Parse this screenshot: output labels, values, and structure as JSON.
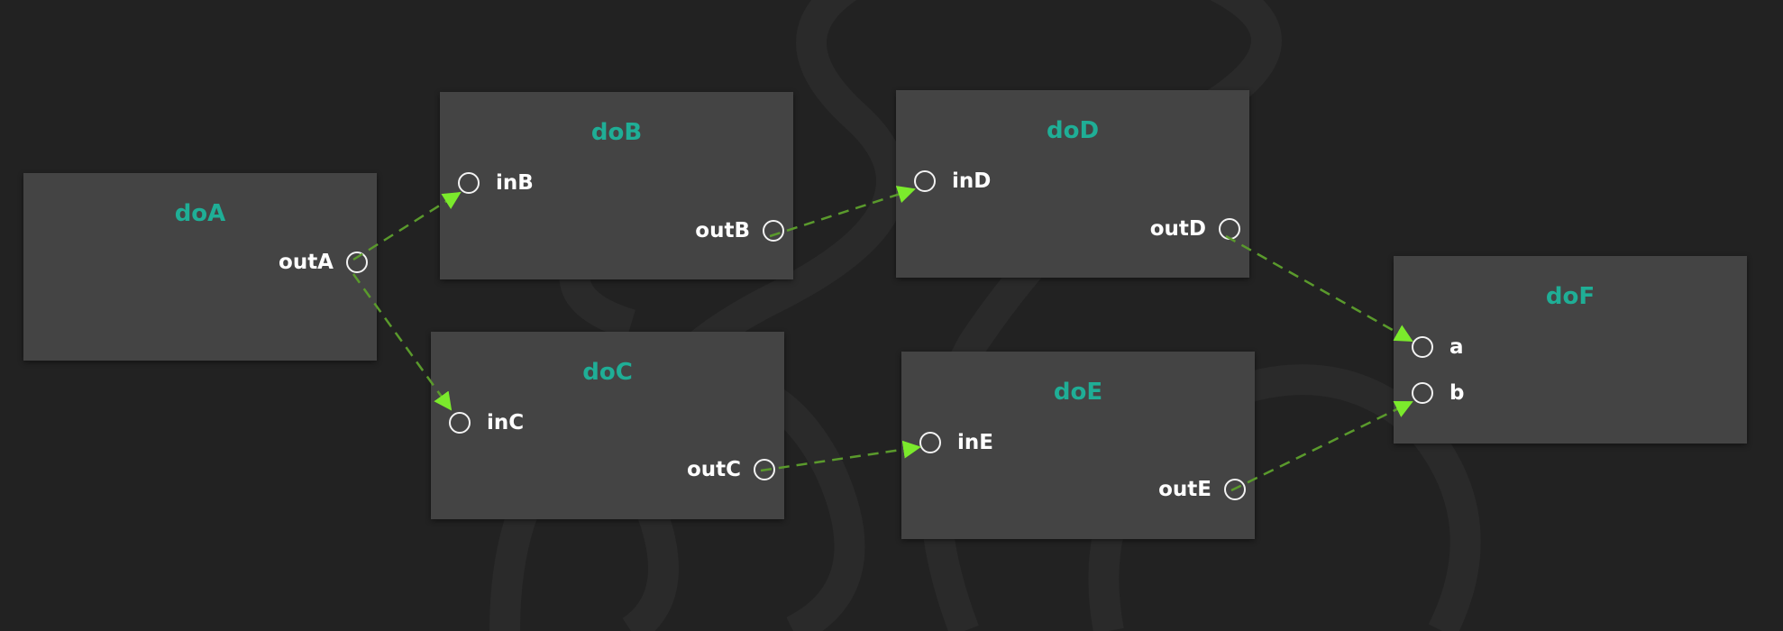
{
  "colors": {
    "background": "#222222",
    "node_fill": "#444444",
    "title": "#1fae96",
    "port_stroke": "#f2f2f2",
    "label": "#ffffff",
    "edge": "#5a9a2c",
    "arrowhead": "#7bea2c"
  },
  "nodes": {
    "doA": {
      "title": "doA",
      "inputs": [],
      "outputs": [
        "outA"
      ]
    },
    "doB": {
      "title": "doB",
      "inputs": [
        "inB"
      ],
      "outputs": [
        "outB"
      ]
    },
    "doC": {
      "title": "doC",
      "inputs": [
        "inC"
      ],
      "outputs": [
        "outC"
      ]
    },
    "doD": {
      "title": "doD",
      "inputs": [
        "inD"
      ],
      "outputs": [
        "outD"
      ]
    },
    "doE": {
      "title": "doE",
      "inputs": [
        "inE"
      ],
      "outputs": [
        "outE"
      ]
    },
    "doF": {
      "title": "doF",
      "inputs": [
        "a",
        "b"
      ],
      "outputs": []
    }
  },
  "edges": [
    {
      "from": "outA",
      "to": "inB"
    },
    {
      "from": "outA",
      "to": "inC"
    },
    {
      "from": "outB",
      "to": "inD"
    },
    {
      "from": "outC",
      "to": "inE"
    },
    {
      "from": "outD",
      "to": "a"
    },
    {
      "from": "outE",
      "to": "b"
    }
  ]
}
